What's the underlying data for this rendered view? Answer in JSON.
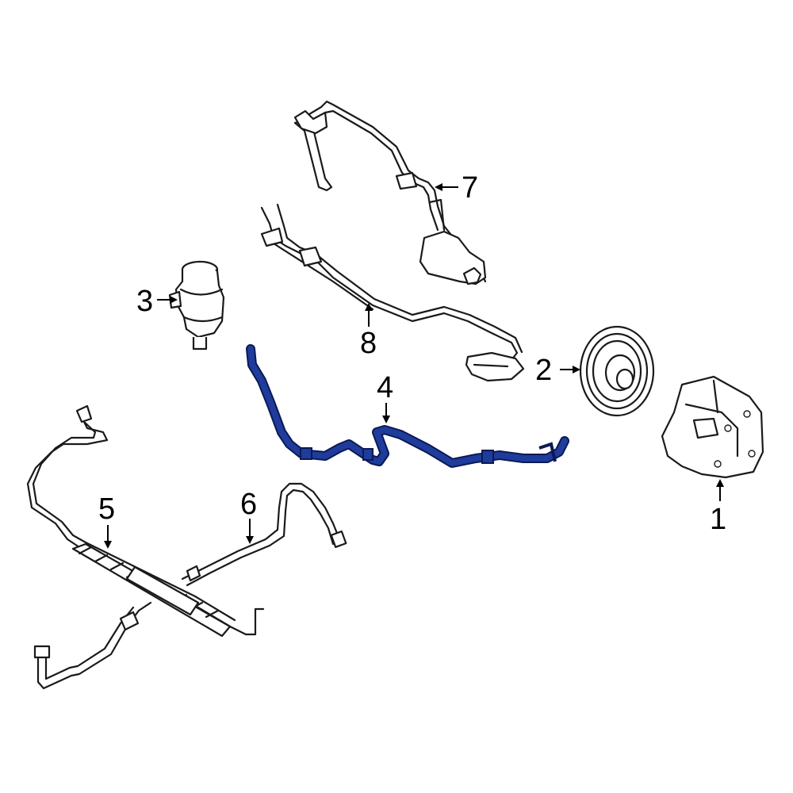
{
  "colors": {
    "background": "#ffffff",
    "line": "#1a1a1a",
    "highlight": "#1f3c9c",
    "highlight_outline": "#0a1a55"
  },
  "callouts": {
    "c1": "1",
    "c2": "2",
    "c3": "3",
    "c4": "4",
    "c5": "5",
    "c6": "6",
    "c7": "7",
    "c8": "8"
  }
}
